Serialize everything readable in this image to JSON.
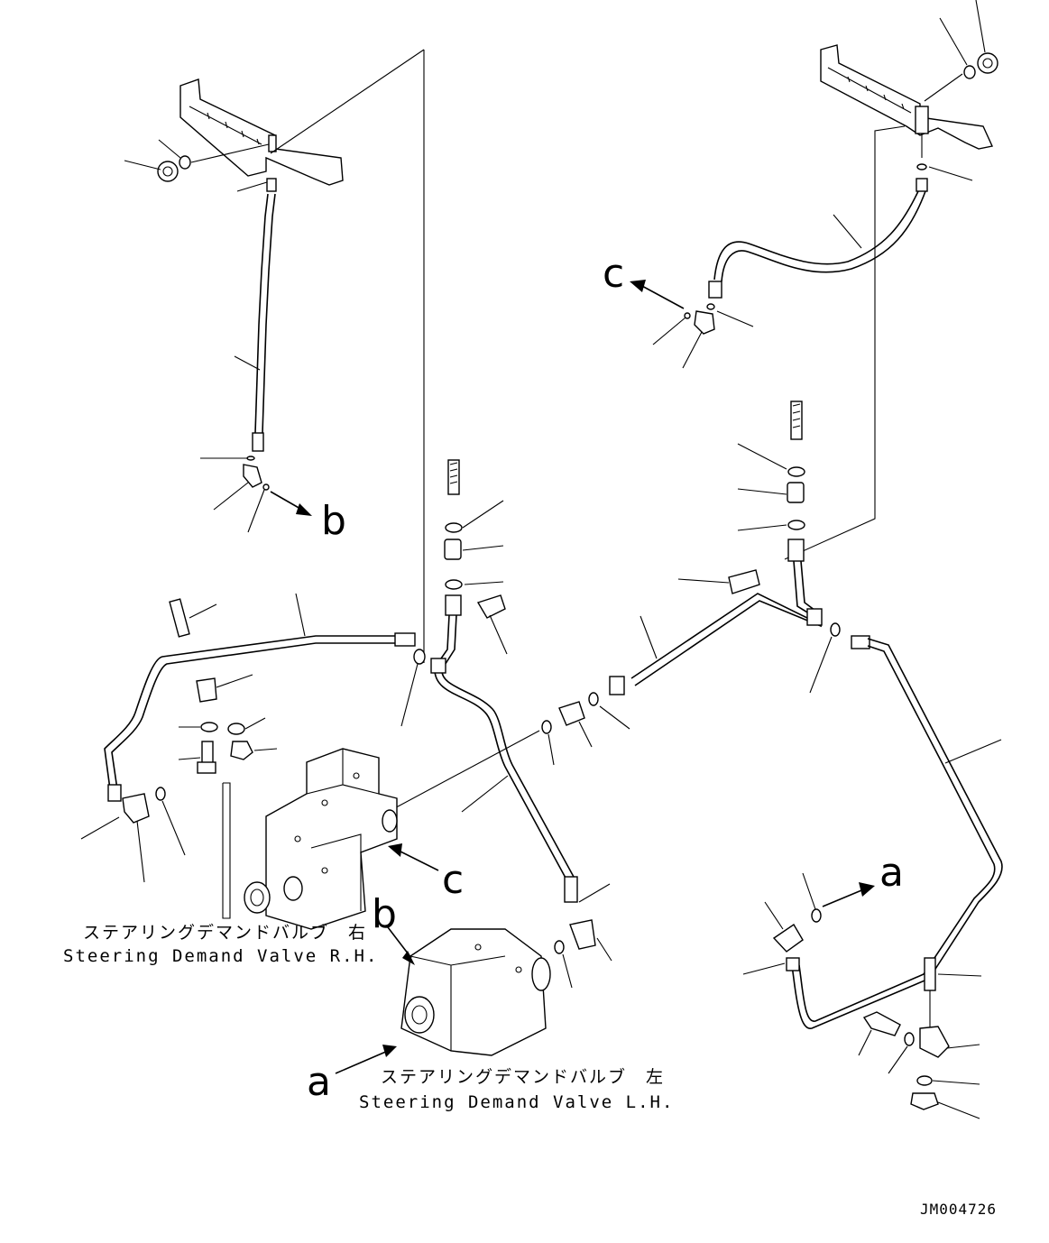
{
  "callouts": {
    "a": "a",
    "b": "b",
    "c": "c"
  },
  "valve_rh": {
    "label_jp": "ステアリングデマンドバルブ　右",
    "label_en": "Steering Demand Valve R.H."
  },
  "valve_lh": {
    "label_jp": "ステアリングデマンドバルブ　左",
    "label_en": "Steering Demand Valve L.H."
  },
  "drawing_id": "JM004726"
}
